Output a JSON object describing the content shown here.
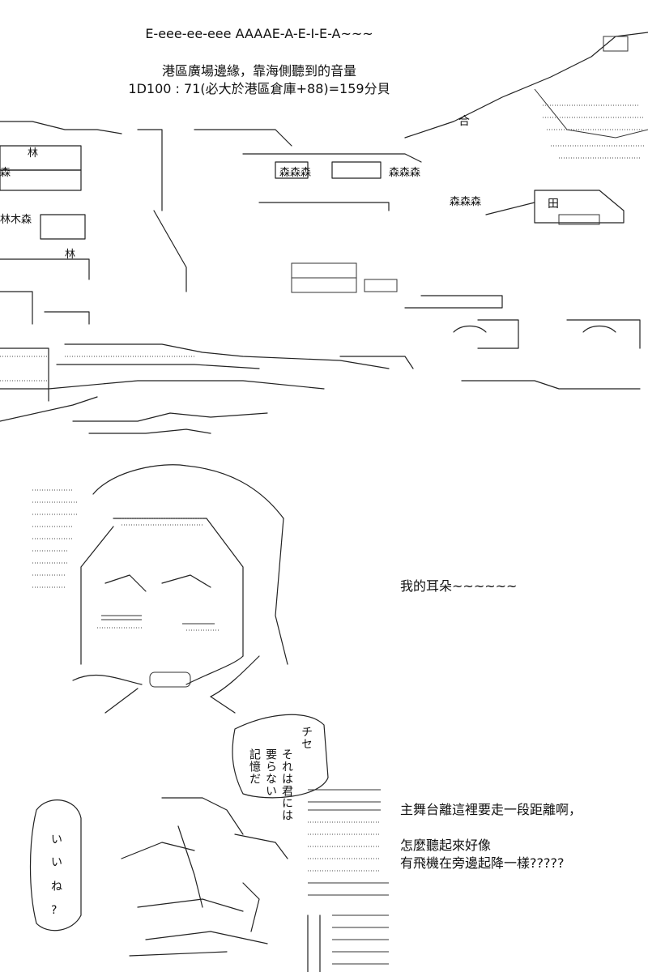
{
  "top_caption": {
    "line1": "E-eee-ee-eee AAAAE-A-E-I-E-A~~~",
    "line2": "港區廣場邊緣，靠海側聽到的音量",
    "line3": "1D100 : 71(必大於港區倉庫+88)=159分貝"
  },
  "scene_signs": {
    "harbor_sign": "合",
    "forest_a": "森森森",
    "forest_b": "森森森",
    "forest_c": "森森森",
    "forest_left": "林木森",
    "forest_left2": "林",
    "lin_a": "林",
    "sen_a": "森",
    "field": "田"
  },
  "mid_text": {
    "ears": "我的耳朵~~~~~~"
  },
  "bottom_text": {
    "line1": "主舞台離這裡要走一段距離啊，",
    "line2": "怎麼聽起來好像",
    "line3": "有飛機在旁邊起降一樣?????"
  },
  "speech_bubble_right": {
    "cols": [
      "チセ",
      "記憶だ",
      "要らない",
      "それは君には"
    ]
  },
  "speech_bubble_left": {
    "cols": [
      "い",
      "い",
      "ね",
      "?"
    ]
  }
}
